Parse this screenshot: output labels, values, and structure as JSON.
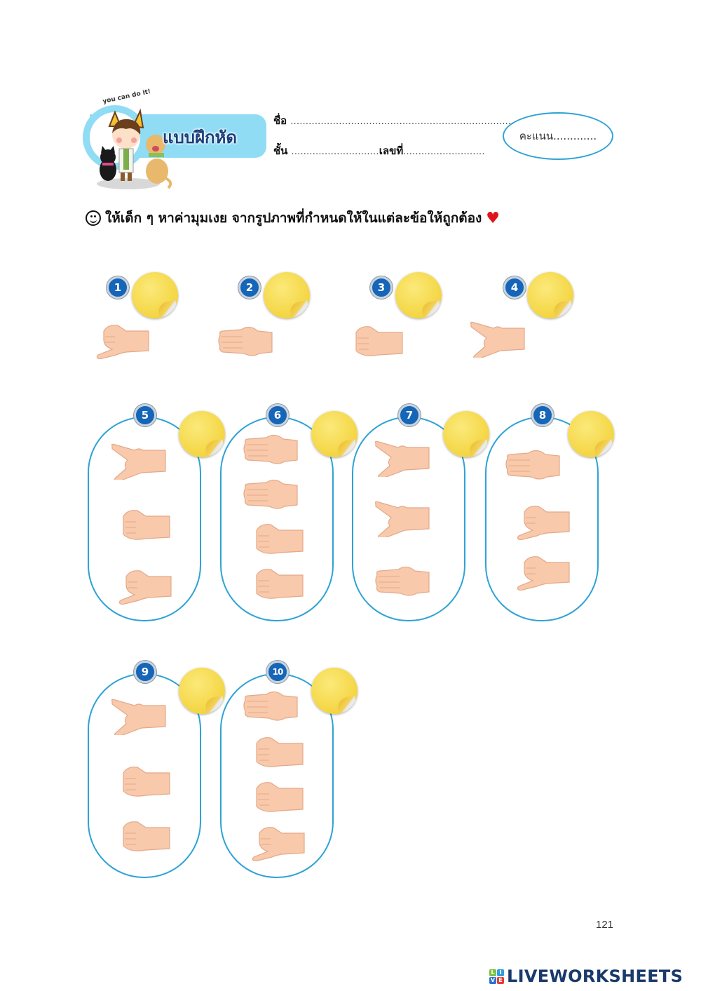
{
  "header": {
    "banner_tag": "you can do it!",
    "banner_title": "แบบฝึกหัด",
    "name_label": "ชื่อ",
    "name_dots": "..........................................................................",
    "class_label": "ชั้น",
    "class_dots": ".............................",
    "number_label": "เลขที่",
    "number_dots": "...........................",
    "score_label": "คะแนน.............",
    "colors": {
      "banner": "#8fdcf4",
      "title": "#1d3e7a",
      "oval": "#2ea3d4"
    }
  },
  "instruction": {
    "smiley_icon": "smiley-face",
    "text": "ให้เด็ก ๆ หาค่ามุมเงย จากรูปภาพที่กำหนดให้ในแต่ละข้อให้ถูกต้อง",
    "heart_icon": "♥",
    "heart_color": "#e1141b"
  },
  "questions": [
    {
      "number": "1",
      "hands": [
        "pinky"
      ]
    },
    {
      "number": "2",
      "hands": [
        "three-fingers"
      ]
    },
    {
      "number": "3",
      "hands": [
        "fist"
      ]
    },
    {
      "number": "4",
      "hands": [
        "index-pinky"
      ]
    },
    {
      "number": "5",
      "hands": [
        "index-pinky",
        "fist",
        "pinky"
      ]
    },
    {
      "number": "6",
      "hands": [
        "three-fingers",
        "three-fingers",
        "fist",
        "fist"
      ]
    },
    {
      "number": "7",
      "hands": [
        "index-pinky",
        "index-pinky",
        "three-fingers"
      ]
    },
    {
      "number": "8",
      "hands": [
        "three-fingers",
        "pinky",
        "pinky"
      ]
    },
    {
      "number": "9",
      "hands": [
        "index-pinky",
        "fist",
        "fist"
      ]
    },
    {
      "number": "10",
      "hands": [
        "three-fingers",
        "fist",
        "fist",
        "pinky"
      ]
    }
  ],
  "answer_sticker": {
    "color": "#f5d84a",
    "label": "answer-drop-zone"
  },
  "footer": {
    "page_number": "121",
    "brand_logo": [
      "L",
      "I",
      "V",
      "E"
    ],
    "brand_logo_colors": [
      "#7cc242",
      "#2f9ee0",
      "#2f6fd0",
      "#e63b3b"
    ],
    "brand_text": "LIVEWORKSHEETS"
  }
}
